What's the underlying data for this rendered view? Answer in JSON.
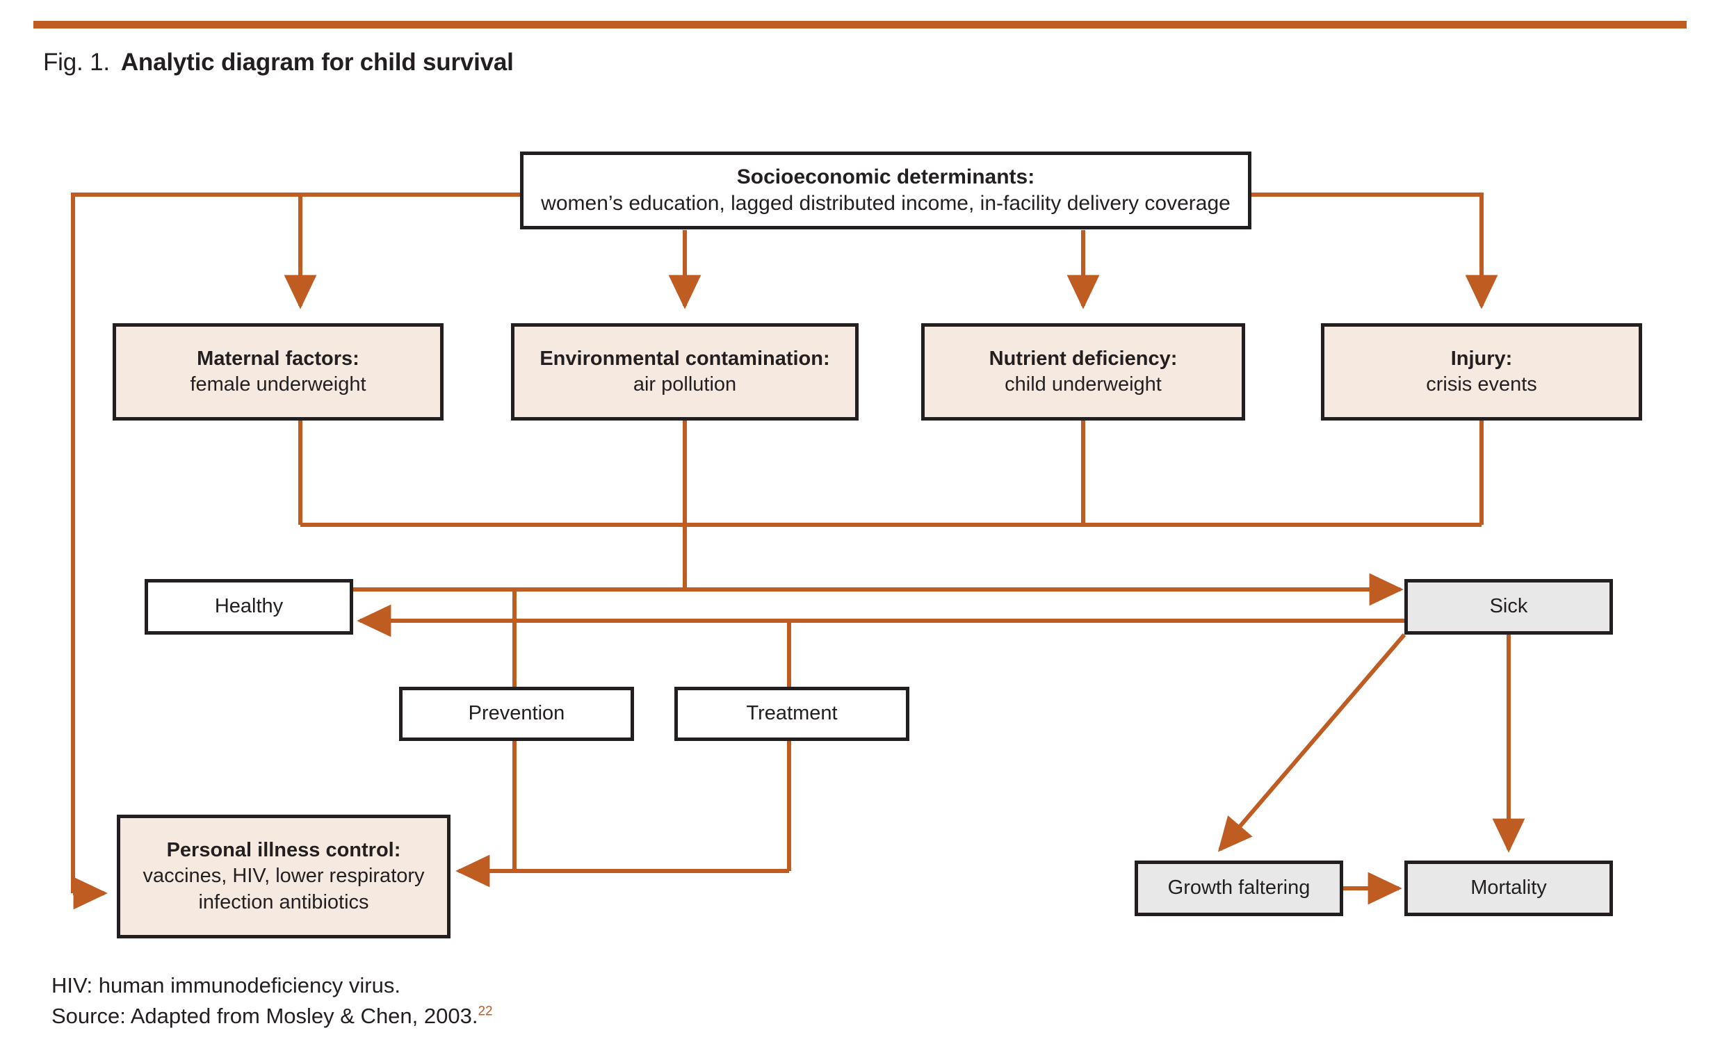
{
  "figure": {
    "label": "Fig. 1.",
    "title": "Analytic diagram for child survival",
    "accent_color": "#bf5c22",
    "box_border_color": "#231f20",
    "cream_fill": "#f6eae0",
    "gray_fill": "#e8e8e8",
    "white_fill": "#ffffff"
  },
  "nodes": {
    "socioeconomic": {
      "title": "Socioeconomic determinants:",
      "subtitle": "women’s education, lagged distributed income, in-facility delivery coverage"
    },
    "maternal": {
      "title": "Maternal factors:",
      "subtitle": "female underweight"
    },
    "environmental": {
      "title": "Environmental contamination:",
      "subtitle": "air pollution"
    },
    "nutrient": {
      "title": "Nutrient deficiency:",
      "subtitle": "child underweight"
    },
    "injury": {
      "title": "Injury:",
      "subtitle": "crisis events"
    },
    "healthy": {
      "label": "Healthy"
    },
    "sick": {
      "label": "Sick"
    },
    "prevention": {
      "label": "Prevention"
    },
    "treatment": {
      "label": "Treatment"
    },
    "personal_illness_control": {
      "title": "Personal illness control:",
      "subtitle_line1": "vaccines, HIV, lower respiratory",
      "subtitle_line2": "infection antibiotics"
    },
    "growth_faltering": {
      "label": "Growth faltering"
    },
    "mortality": {
      "label": "Mortality"
    }
  },
  "edges": [
    {
      "from": "socioeconomic",
      "to": "maternal"
    },
    {
      "from": "socioeconomic",
      "to": "environmental"
    },
    {
      "from": "socioeconomic",
      "to": "nutrient"
    },
    {
      "from": "socioeconomic",
      "to": "injury"
    },
    {
      "from": "socioeconomic",
      "to": "personal_illness_control"
    },
    {
      "from": "maternal",
      "to": "health-bus"
    },
    {
      "from": "environmental",
      "to": "health-bus"
    },
    {
      "from": "nutrient",
      "to": "health-bus"
    },
    {
      "from": "injury",
      "to": "health-bus"
    },
    {
      "from": "health-bus",
      "to": "healthy-sick-link"
    },
    {
      "from": "healthy",
      "to": "sick"
    },
    {
      "from": "sick",
      "to": "healthy"
    },
    {
      "from": "sick",
      "to": "growth_faltering"
    },
    {
      "from": "sick",
      "to": "mortality"
    },
    {
      "from": "growth_faltering",
      "to": "mortality"
    },
    {
      "from": "prevention",
      "to": "personal_illness_control"
    },
    {
      "from": "treatment",
      "to": "personal_illness_control"
    },
    {
      "from": "healthy-sick-link",
      "to": "prevention"
    },
    {
      "from": "healthy-sick-link",
      "to": "treatment"
    }
  ],
  "footnote": {
    "abbreviation": "HIV: human immunodeficiency virus.",
    "source": "Source: Adapted from Mosley & Chen, 2003.",
    "source_ref": "22"
  }
}
